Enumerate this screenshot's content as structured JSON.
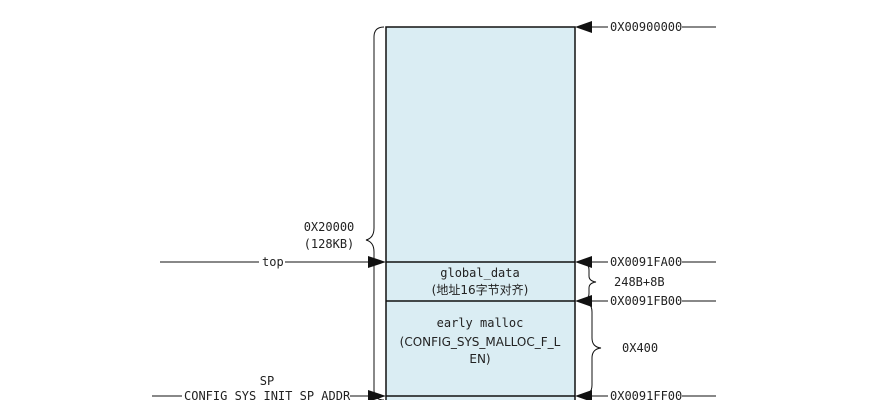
{
  "colors": {
    "region_fill": "#daedf3",
    "line": "#111111",
    "text": "#222222"
  },
  "addresses": {
    "top": "0X00900000",
    "gd_start": "0X0091FA00",
    "malloc_start": "0X0091FB00",
    "sp_addr": "0X0091FF00"
  },
  "regions": {
    "global_data": {
      "line1": "global_data",
      "line2": "(地址16字节对齐)"
    },
    "early_malloc": {
      "line1": "early malloc",
      "line2": "(CONFIG_SYS_MALLOC_F_L",
      "line3": "EN)"
    }
  },
  "sizes": {
    "total_line1": "0X20000",
    "total_line2": "(128KB)",
    "gd_size": "248B+8B",
    "malloc_size": "0X400"
  },
  "pointers": {
    "top": "top",
    "sp_line1": "SP",
    "sp_line2": "CONFIG_SYS_INIT_SP_ADDR"
  }
}
